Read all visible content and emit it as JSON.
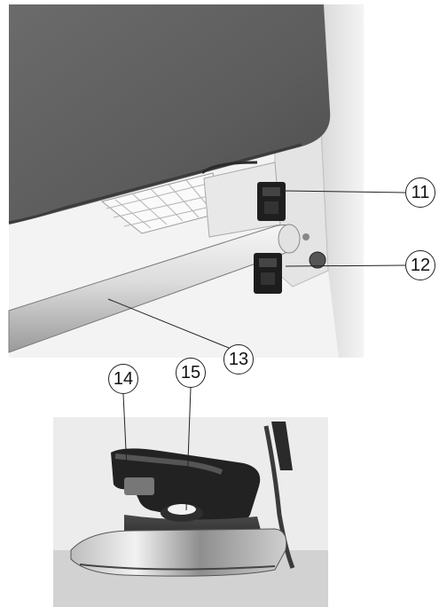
{
  "callouts": {
    "c11": "11",
    "c12": "12",
    "c13": "13",
    "c14": "14",
    "c15": "15"
  }
}
